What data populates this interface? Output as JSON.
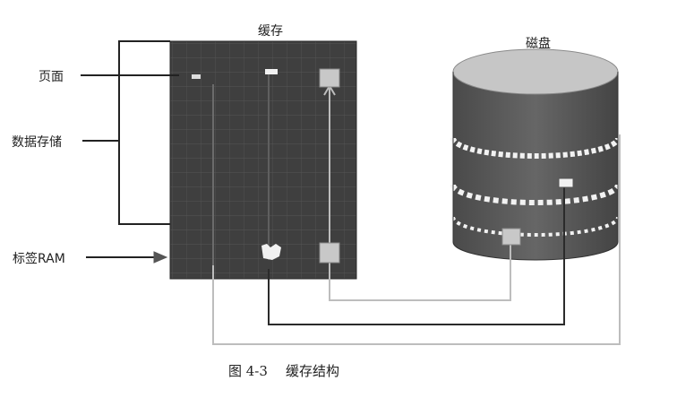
{
  "diagram": {
    "cache_title": "缓存",
    "disk_title": "磁盘",
    "left_labels": {
      "page": "页面",
      "data_storage": "数据存储",
      "tag_ram": "标签RAM"
    },
    "caption": {
      "figure_number": "图 4-3",
      "figure_title": "缓存结构"
    }
  },
  "colors": {
    "cache_fill": "#3f3f3f",
    "disk_side": "#585858",
    "disk_top": "#c6c6c6",
    "connector": "#2b2b2b",
    "link_light": "#bdbdbd",
    "marker_fill": "#c8c8c8"
  }
}
